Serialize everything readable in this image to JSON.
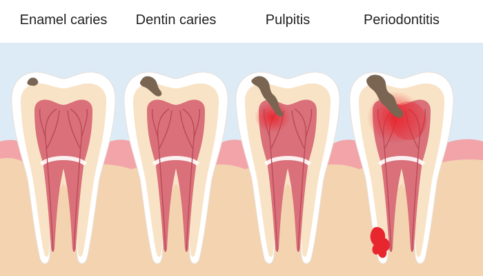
{
  "stages": [
    {
      "label": "Enamel caries",
      "damage": "enamel"
    },
    {
      "label": "Dentin caries",
      "damage": "dentin"
    },
    {
      "label": "Pulpitis",
      "damage": "pulp"
    },
    {
      "label": "Periodontitis",
      "damage": "periapical"
    }
  ],
  "colors": {
    "sky": "#dcebf6",
    "gum": "#f2a4a8",
    "bone": "#f3d3b0",
    "enamel": "#ffffff",
    "dentin": "#f9e3c6",
    "pulp": "#d9707a",
    "nerve": "#b94a56",
    "decay": "#7a6552",
    "inflammation": "#e8262e"
  }
}
